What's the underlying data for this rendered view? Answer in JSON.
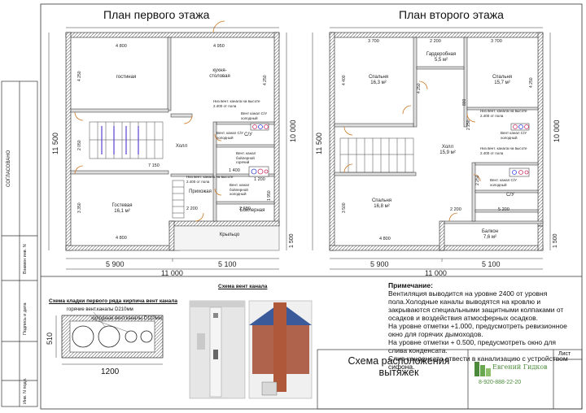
{
  "plan1": {
    "title": "План первого этажа",
    "rooms": {
      "living": "гостиная",
      "kitchen": "кухня-\nстоловая",
      "hall": "Холл",
      "guest": "Гостевая\n16,1 м²",
      "prihozhaya": "Прихожая",
      "boiler": "Бойлерная",
      "su": "С/У",
      "porch": "Крыльцо"
    },
    "notes": {
      "vent_low_kitchen": "Низ вент. канала на высоте\n2.400 от пола",
      "vent_su_cold": "Вент канал С/У\nхолодный",
      "vent_su_cold2": "Вент. канал С/У\nхолодный",
      "vent_boiler_hot": "Вент. канал\nбойлерной\nгорячий",
      "vent_low_guest": "Низ вент. канала на высоте\n2.400 от пола",
      "vent_boiler_cold": "Вент. канал\nбойлерной\nхолодный"
    },
    "dims": {
      "top_left": "4 800",
      "top_right": "4 950",
      "left_upper": "4 250",
      "left_mid": "2 050",
      "left_lower": "3 350",
      "right_upper": "4 250",
      "stair": "7 150",
      "b1": "1 400",
      "b2": "1 200",
      "b3": "1 950",
      "bottom_a": "4 800",
      "bottom_b": "2 200",
      "bottom_c": "2 600",
      "total_h": "11 500",
      "total_h_right": "10 000",
      "porch_h": "1 500",
      "w_left": "5 900",
      "w_right": "5 100",
      "w_total": "11 000"
    }
  },
  "plan2": {
    "title": "План второго этажа",
    "rooms": {
      "bed1": "Спальня\n16,3 м²",
      "wardrobe": "Гардеробная\n5,5 м²",
      "bed2": "Спальня\n15,7 м²",
      "hall": "Холл\n15,9 м²",
      "bed3": "Спальня\n16,8 м²",
      "su": "С/У",
      "balcony": "Балкон\n7,6 м²"
    },
    "notes": {
      "vent_low1": "Низ вент. канала на высоте\n2.400 от пола",
      "vent_su_cold": "Вент канал С/У\nхолодный",
      "vent_low2": "Низ вент. канала на высоте\n2.400 от пола",
      "vent_su_cold2": "Вент. канал С/У\nхолодный"
    },
    "dims": {
      "top_a": "3 700",
      "top_b": "2 200",
      "top_c": "3 700",
      "left_upper": "4 400",
      "left_lower": "3 500",
      "mid_a": "4 250",
      "mid_b": "800",
      "mid_c": "2 250",
      "right_upper": "4 250",
      "su_h": "2 250",
      "hall_w": "2 200",
      "bottom_a": "4 800",
      "bottom_b": "5 200",
      "total_h": "11 500",
      "total_h_right": "10 000",
      "balcony_h": "1 500",
      "w_left": "5 900",
      "w_right": "5 100",
      "w_total": "11 000"
    }
  },
  "masonry": {
    "title": "Схема кладки первого ряда кирпича  вент канала",
    "hot": "горячие вент.каналы D210мм",
    "cold": "холодные вент.каналы D110мм",
    "height": "510",
    "width": "1200"
  },
  "vent_scheme": {
    "title": "Схема  вент канала"
  },
  "note": {
    "heading": "Примечание:",
    "lines": [
      "Вентиляция  выводится на уровне 2400 от уровня пола.Холодные каналы выводятся на кровлю и закрываются специальными защитными колпаками от осадков и воздействия атмосферных осадков.",
      "На уровне отметки +1.000, предусмотреть ревизионное окно для горячих дымоходов.",
      "На уровне отметки + 0.500, предусмотреть окно для слива конденсата.",
      "Слив конденсата отвести в канализацию с устройством сифона."
    ]
  },
  "titleblock": {
    "title": "Схема расположения\nвытяжек",
    "sheet": "Лист",
    "brand": "Евгений Гидков",
    "phone": "8-920-888-22-20"
  },
  "side_stamps": {
    "agreed": "СОГЛАСОВАНО",
    "inv_replace": "Взамен инв. N",
    "sign_date": "Подпись и дата",
    "inv_orig": "Инв. N подл."
  },
  "colors": {
    "wall": "#222222",
    "hatch": "#888888",
    "vent_hot": "#3344cc",
    "vent_cold": "#cc3366",
    "door": "#cc7722",
    "brand": "#4a8a3a"
  }
}
